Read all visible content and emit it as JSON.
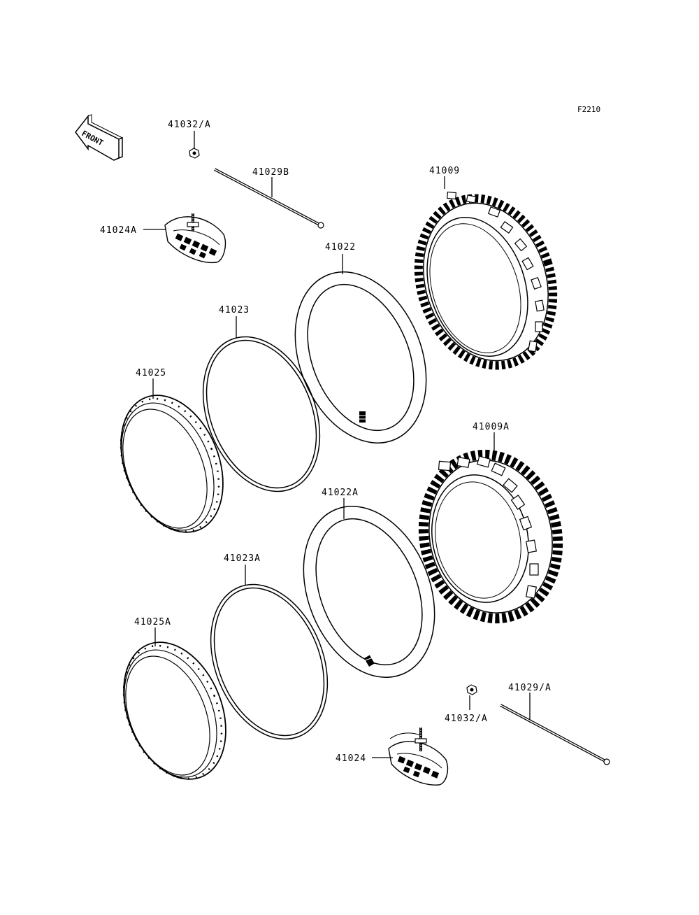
{
  "figure_code": "F2210",
  "front_label": "FRONT",
  "parts": {
    "p41032_top": "41032/A",
    "p41029B": "41029B",
    "p41009": "41009",
    "p41024A": "41024A",
    "p41022": "41022",
    "p41023": "41023",
    "p41025": "41025",
    "p41009A": "41009A",
    "p41022A": "41022A",
    "p41023A": "41023A",
    "p41025A": "41025A",
    "p41029A": "41029/A",
    "p41032_bottom": "41032/A",
    "p41024": "41024"
  }
}
